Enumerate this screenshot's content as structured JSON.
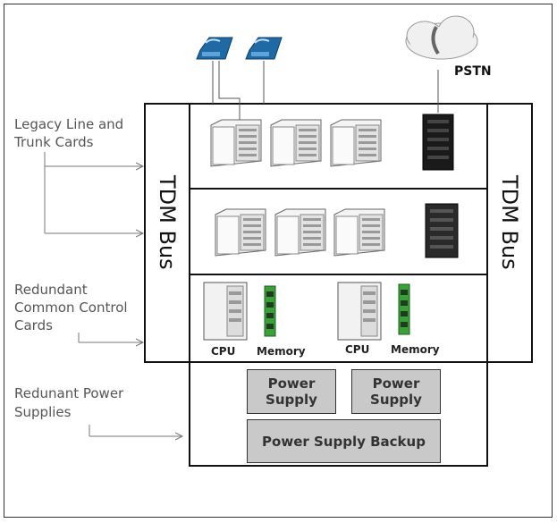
{
  "labels": {
    "legacy": [
      "Legacy Line and",
      "Trunk Cards"
    ],
    "control": [
      "Redundant",
      "Common Control",
      "Cards"
    ],
    "power": [
      "Redunant Power",
      "Supplies"
    ]
  },
  "bus": {
    "left": "TDM Bus",
    "right": "TDM Bus"
  },
  "pstn": "PSTN",
  "components": {
    "cpu1": "CPU",
    "mem1": "Memory",
    "cpu2": "CPU",
    "mem2": "Memory"
  },
  "power": {
    "ps1": [
      "Power",
      "Supply"
    ],
    "ps2": [
      "Power",
      "Supply"
    ],
    "backup": "Power Supply Backup"
  },
  "colors": {
    "phone": "#1f6aa5",
    "memory_board": "#3aa13a",
    "power_box": "#c9c9c9",
    "dark_server": "#1a1a1a"
  }
}
